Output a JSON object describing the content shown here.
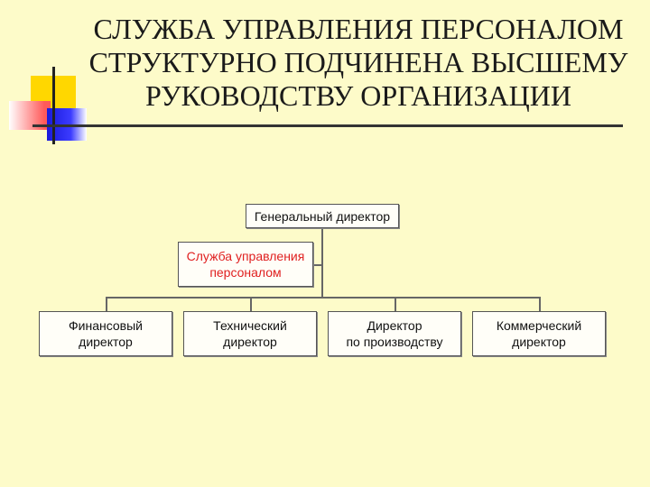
{
  "slide": {
    "title_lines": [
      "СЛУЖБА УПРАВЛЕНИЯ ПЕРСОНАЛОМ",
      "СТРУКТУРНО ПОДЧИНЕНА ВЫСШЕМУ",
      "РУКОВОДСТВУ ОРГАНИЗАЦИИ"
    ]
  },
  "org_chart": {
    "top": {
      "lines": [
        "Генеральный директор"
      ]
    },
    "staff": {
      "lines": [
        "Служба управления",
        "персоналом"
      ],
      "text_color": "#e02020"
    },
    "subordinates": [
      {
        "lines": [
          "Финансовый",
          "директор"
        ]
      },
      {
        "lines": [
          "Технический",
          "директор"
        ]
      },
      {
        "lines": [
          "Директор",
          "по производству"
        ]
      },
      {
        "lines": [
          "Коммерческий",
          "директор"
        ]
      }
    ]
  },
  "colors": {
    "background": "#fdfbc9",
    "deco_yellow": "#ffd700",
    "deco_red": "#ff5a5a",
    "deco_blue": "#1a1adb"
  }
}
